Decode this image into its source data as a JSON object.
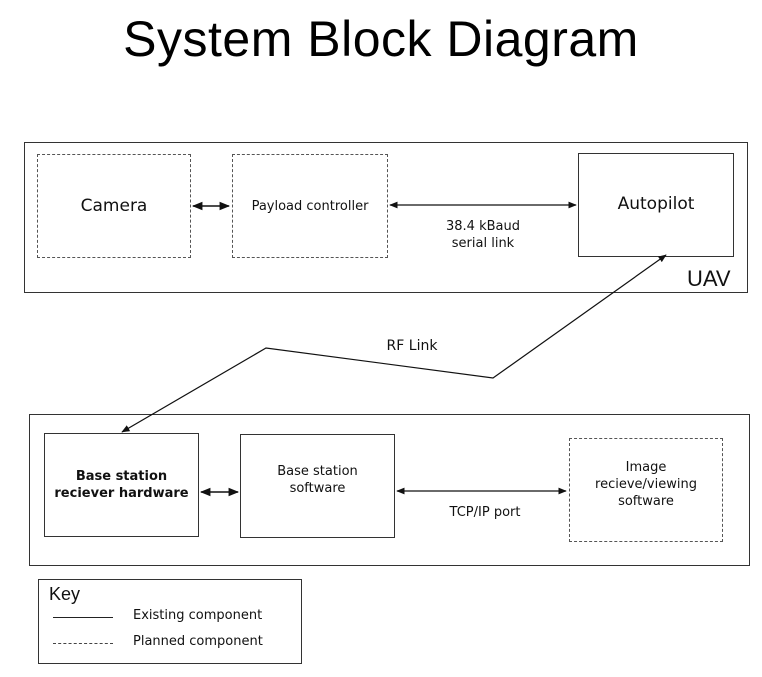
{
  "title": "System Block Diagram",
  "uav": {
    "label": "UAV",
    "camera": "Camera",
    "payload_controller": "Payload controller",
    "autopilot": "Autopilot",
    "serial_link_line1": "38.4 kBaud",
    "serial_link_line2": "serial link"
  },
  "rf_link": "RF Link",
  "base": {
    "receiver_line1": "Base station",
    "receiver_line2": "reciever hardware",
    "software_line1": "Base station",
    "software_line2": "software",
    "tcp_label": "TCP/IP port",
    "viewer_line1": "Image",
    "viewer_line2": "recieve/viewing",
    "viewer_line3": "software"
  },
  "key": {
    "title": "Key",
    "existing": "Existing component",
    "planned": "Planned component"
  }
}
